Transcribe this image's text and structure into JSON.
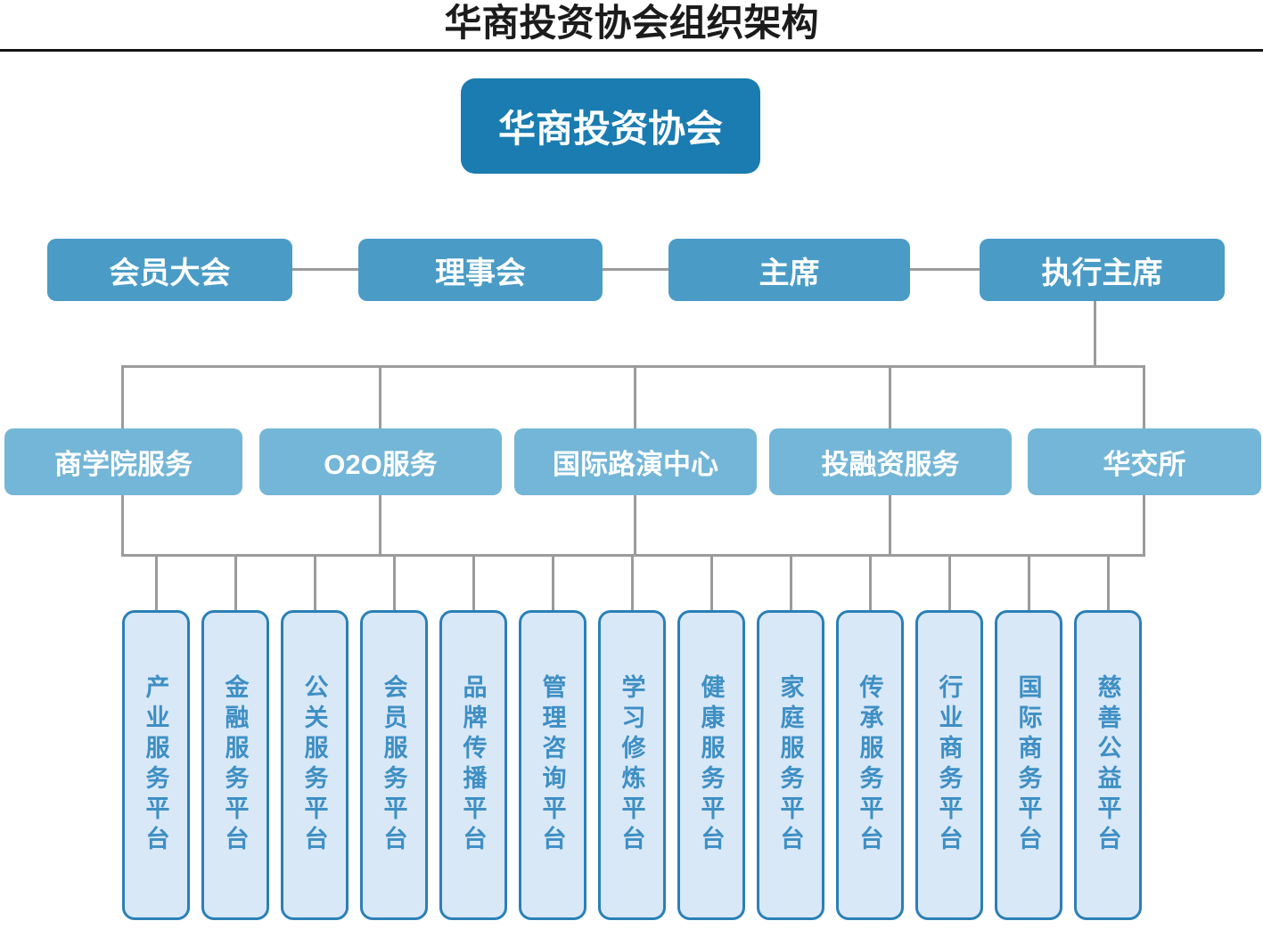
{
  "title": "华商投资协会组织架构",
  "org": {
    "root": {
      "label": "华商投资协会"
    },
    "level2": [
      {
        "label": "会员大会"
      },
      {
        "label": "理事会"
      },
      {
        "label": "主席"
      },
      {
        "label": "执行主席"
      }
    ],
    "level3": [
      {
        "label": "商学院服务"
      },
      {
        "label": "O2O服务"
      },
      {
        "label": "国际路演中心"
      },
      {
        "label": "投融资服务"
      },
      {
        "label": "华交所"
      }
    ],
    "platforms": [
      {
        "label": "产业服务平台"
      },
      {
        "label": "金融服务平台"
      },
      {
        "label": "公关服务平台"
      },
      {
        "label": "会员服务平台"
      },
      {
        "label": "品牌传播平台"
      },
      {
        "label": "管理咨询平台"
      },
      {
        "label": "学习修炼平台"
      },
      {
        "label": "健康服务平台"
      },
      {
        "label": "家庭服务平台"
      },
      {
        "label": "传承服务平台"
      },
      {
        "label": "行业商务平台"
      },
      {
        "label": "国际商务平台"
      },
      {
        "label": "慈善公益平台"
      }
    ]
  },
  "colors": {
    "root_fill": "#1a7cb0",
    "level2_fill": "#4a9cc6",
    "level3_fill": "#74b6d7",
    "platform_fill": "#d9e8f7",
    "platform_border": "#2b80b6",
    "platform_text": "#3e8fc4",
    "connector_line": "#9b9b9b",
    "title_text": "#1b1b1b",
    "node_text": "#ffffff"
  }
}
